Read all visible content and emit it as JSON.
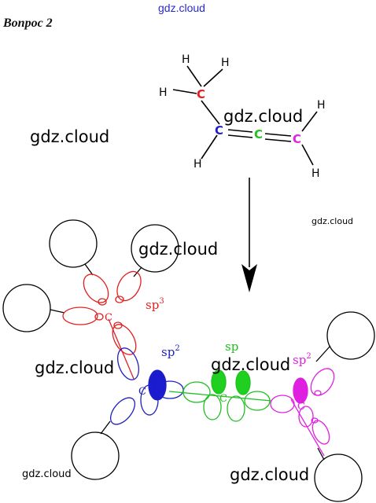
{
  "header": {
    "question_label": "Вопрос 2",
    "watermark_top": "gdz.cloud"
  },
  "watermarks": {
    "left": "gdz.cloud",
    "molecule": "gdz.cloud",
    "right_small": "gdz.cloud",
    "orbital_1": "gdz.cloud",
    "orbital_2": "gdz.cloud",
    "orbital_3": "gdz.cloud",
    "bottom_small": "gdz.cloud",
    "bottom": "gdz.cloud"
  },
  "molecule": {
    "carbon_label": "C",
    "hydrogen_label": "H",
    "carbon_colors": {
      "ch3": "#e02020",
      "ch": "#2020c0",
      "middle": "#20c020",
      "ch2": "#e020e0"
    }
  },
  "orbitals": {
    "carbon_label": "C",
    "hybridization": {
      "ch3": {
        "base": "sp",
        "sup": "3",
        "color": "#e02020"
      },
      "ch": {
        "base": "sp",
        "sup": "2",
        "color": "#2020c0"
      },
      "middle": {
        "base": "sp",
        "sup": "",
        "color": "#20c020"
      },
      "ch2": {
        "base": "sp",
        "sup": "2",
        "color": "#e020e0"
      }
    }
  }
}
